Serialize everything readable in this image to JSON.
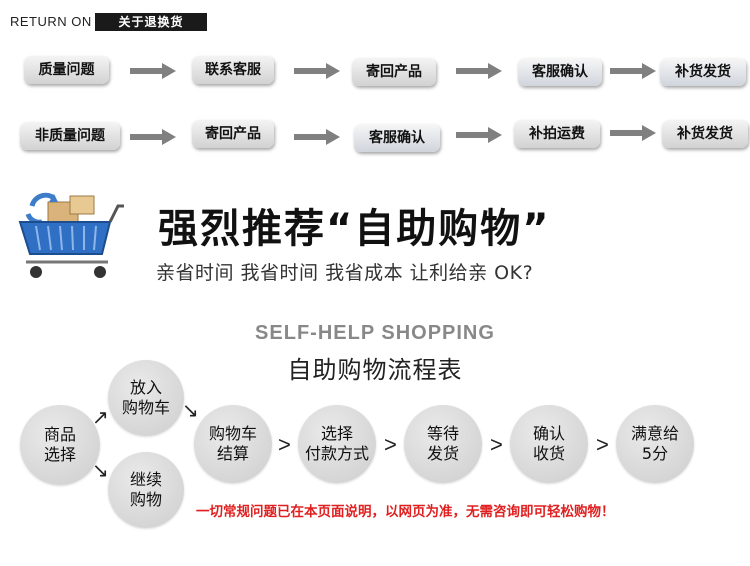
{
  "header": {
    "title": "RETURN ON",
    "badge": "关于退换货"
  },
  "flow_quality": [
    "质量问题",
    "联系客服",
    "寄回产品",
    "客服确认",
    "补货发货"
  ],
  "flow_nonquality": [
    "非质量问题",
    "寄回产品",
    "客服确认",
    "补拍运费",
    "补货发货"
  ],
  "promo": {
    "title": "强烈推荐“自助购物”",
    "subtitle": "亲省时间 我省时间 我省成本 让利给亲 OK?"
  },
  "selfhelp": {
    "title_en": "SELF-HELP SHOPPING",
    "title_zh": "自助购物流程表",
    "steps": {
      "goods": [
        "商品",
        "选择"
      ],
      "add_cart": [
        "放入",
        "购物车"
      ],
      "continue": [
        "继续",
        "购物"
      ],
      "checkout": [
        "购物车",
        "结算"
      ],
      "payment": [
        "选择",
        "付款方式"
      ],
      "wait": [
        "等待",
        "发货"
      ],
      "confirm": [
        "确认",
        "收货"
      ],
      "rate": [
        "满意给",
        "5分"
      ]
    },
    "arrow_glyph": ">",
    "note": "一切常规问题已在本页面说明，以网页为准，无需咨询即可轻松购物！"
  },
  "colors": {
    "note": "#e02020",
    "badge_bg": "#1a1a1a"
  }
}
